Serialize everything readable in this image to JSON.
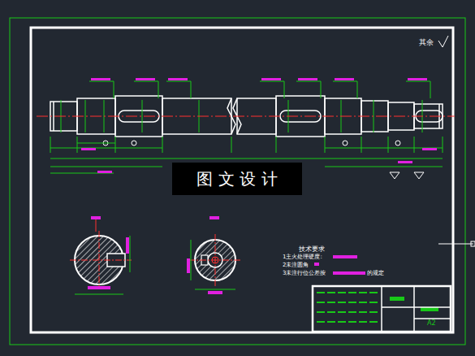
{
  "diagram": {
    "nodes": [
      {
        "text": [
          "图 文 设 计"
        ]
      }
    ],
    "edges": [],
    "labels": [
      "其余",
      "技术要求",
      "1主火处理硬度:",
      "2未注圆角",
      "3未注行位公差按",
      "的规定",
      "A2"
    ]
  }
}
